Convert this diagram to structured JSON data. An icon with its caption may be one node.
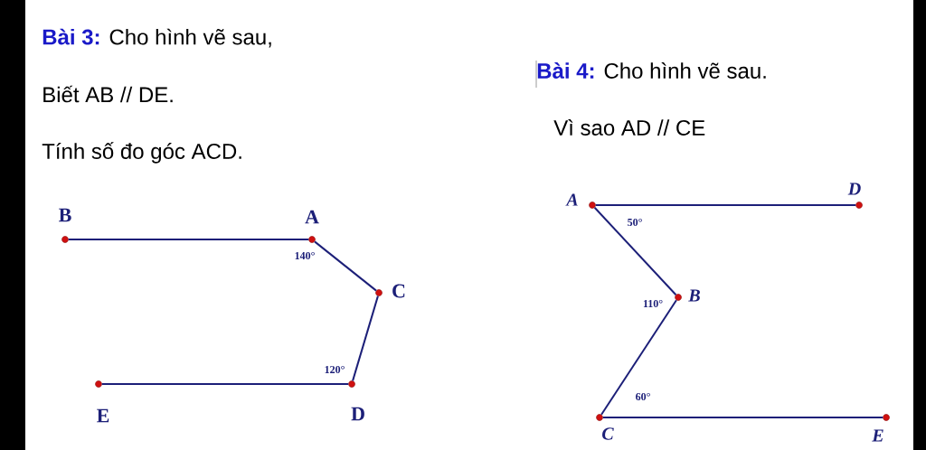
{
  "diagram": {
    "nodes": [
      {
        "text": [],
        "shape": "circle",
        "beside": [
          "B"
        ]
      },
      {
        "text": [],
        "shape": "circle",
        "beside": [
          "A",
          "140°"
        ]
      },
      {
        "text": [],
        "shape": "circle",
        "beside": [
          "C"
        ]
      },
      {
        "text": [],
        "shape": "circle",
        "beside": [
          "D",
          "120°"
        ]
      },
      {
        "text": [],
        "shape": "circle",
        "beside": [
          "E"
        ]
      },
      {
        "text": [],
        "shape": "circle",
        "beside": [
          "A",
          "50°"
        ]
      },
      {
        "text": [],
        "shape": "circle",
        "beside": [
          "D"
        ]
      },
      {
        "text": [],
        "shape": "circle",
        "beside": [
          "B",
          "110°"
        ]
      },
      {
        "text": [],
        "shape": "circle",
        "beside": [
          "C",
          "60°"
        ]
      },
      {
        "text": [],
        "shape": "circle",
        "beside": [
          "E"
        ]
      }
    ],
    "edges": [
      {
        "from": 0,
        "to": 1,
        "arrow": "none"
      },
      {
        "from": 1,
        "to": 2,
        "arrow": "none"
      },
      {
        "from": 2,
        "to": 3,
        "arrow": "none"
      },
      {
        "from": 3,
        "to": 4,
        "arrow": "none"
      },
      {
        "from": 5,
        "to": 6,
        "arrow": "none"
      },
      {
        "from": 5,
        "to": 7,
        "arrow": "none"
      },
      {
        "from": 7,
        "to": 8,
        "arrow": "none"
      },
      {
        "from": 8,
        "to": 9,
        "arrow": "none"
      }
    ],
    "labels": [
      "**Bài 3:** Cho hình vẽ sau,",
      "**Bài 4:** Cho hình vẽ sau.",
      "Biết AB // DE.",
      "Vì sao AD // CE",
      "Tính số đo góc ACD."
    ]
  }
}
